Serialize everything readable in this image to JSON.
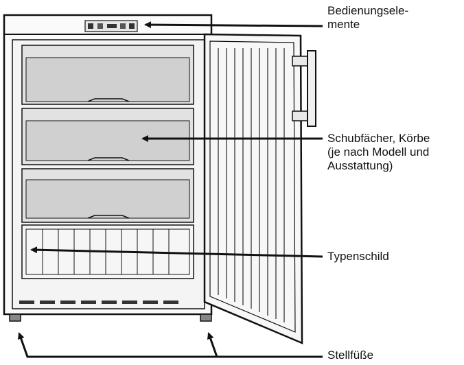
{
  "labels": {
    "controls": [
      "Bedienungsele-",
      "mente"
    ],
    "drawers": [
      "Schubfächer, Körbe",
      "(je nach Modell und",
      "Ausstattung)"
    ],
    "type_plate": [
      "Typenschild"
    ],
    "feet": [
      "Stellfüße"
    ]
  },
  "colors": {
    "line": "#111111",
    "drawer_fill": "#dcdcdc",
    "drawer_front": "#cfcfcf",
    "cabinet_inner": "#f4f4f4",
    "door_fill": "#f7f7f7"
  }
}
